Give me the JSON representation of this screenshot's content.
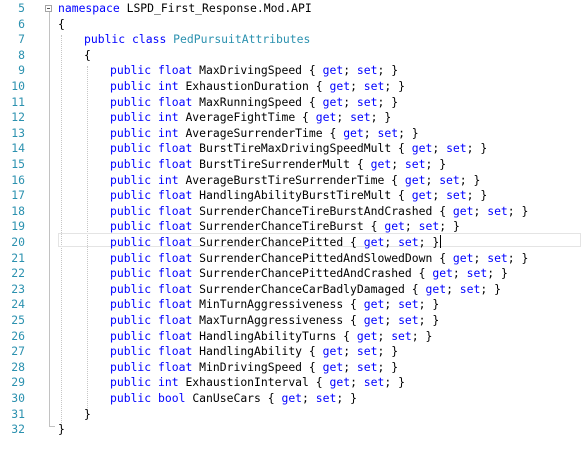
{
  "editor": {
    "keywords": {
      "namespace": "namespace",
      "public": "public",
      "class": "class",
      "get": "get",
      "set": "set"
    },
    "namespace_name": "LSPD_First_Response.Mod.API",
    "class_name": "PedPursuitAttributes",
    "open_brace": "{",
    "close_brace": "}",
    "current_line_number": "20",
    "line_numbers": [
      "5",
      "6",
      "7",
      "8",
      "9",
      "10",
      "11",
      "12",
      "13",
      "14",
      "15",
      "16",
      "17",
      "18",
      "19",
      "20",
      "21",
      "22",
      "23",
      "24",
      "25",
      "26",
      "27",
      "28",
      "29",
      "30",
      "31",
      "32"
    ],
    "properties": [
      {
        "type": "float",
        "name": "MaxDrivingSpeed"
      },
      {
        "type": "int",
        "name": "ExhaustionDuration"
      },
      {
        "type": "float",
        "name": "MaxRunningSpeed"
      },
      {
        "type": "int",
        "name": "AverageFightTime"
      },
      {
        "type": "int",
        "name": "AverageSurrenderTime"
      },
      {
        "type": "float",
        "name": "BurstTireMaxDrivingSpeedMult"
      },
      {
        "type": "float",
        "name": "BurstTireSurrenderMult"
      },
      {
        "type": "int",
        "name": "AverageBurstTireSurrenderTime"
      },
      {
        "type": "float",
        "name": "HandlingAbilityBurstTireMult"
      },
      {
        "type": "float",
        "name": "SurrenderChanceTireBurstAndCrashed"
      },
      {
        "type": "float",
        "name": "SurrenderChanceTireBurst"
      },
      {
        "type": "float",
        "name": "SurrenderChancePitted"
      },
      {
        "type": "float",
        "name": "SurrenderChancePittedAndSlowedDown"
      },
      {
        "type": "float",
        "name": "SurrenderChancePittedAndCrashed"
      },
      {
        "type": "float",
        "name": "SurrenderChanceCarBadlyDamaged"
      },
      {
        "type": "float",
        "name": "MinTurnAggressiveness"
      },
      {
        "type": "float",
        "name": "MaxTurnAggressiveness"
      },
      {
        "type": "float",
        "name": "HandlingAbilityTurns"
      },
      {
        "type": "float",
        "name": "HandlingAbility"
      },
      {
        "type": "float",
        "name": "MinDrivingSpeed"
      },
      {
        "type": "int",
        "name": "ExhaustionInterval"
      },
      {
        "type": "bool",
        "name": "CanUseCars"
      }
    ]
  }
}
